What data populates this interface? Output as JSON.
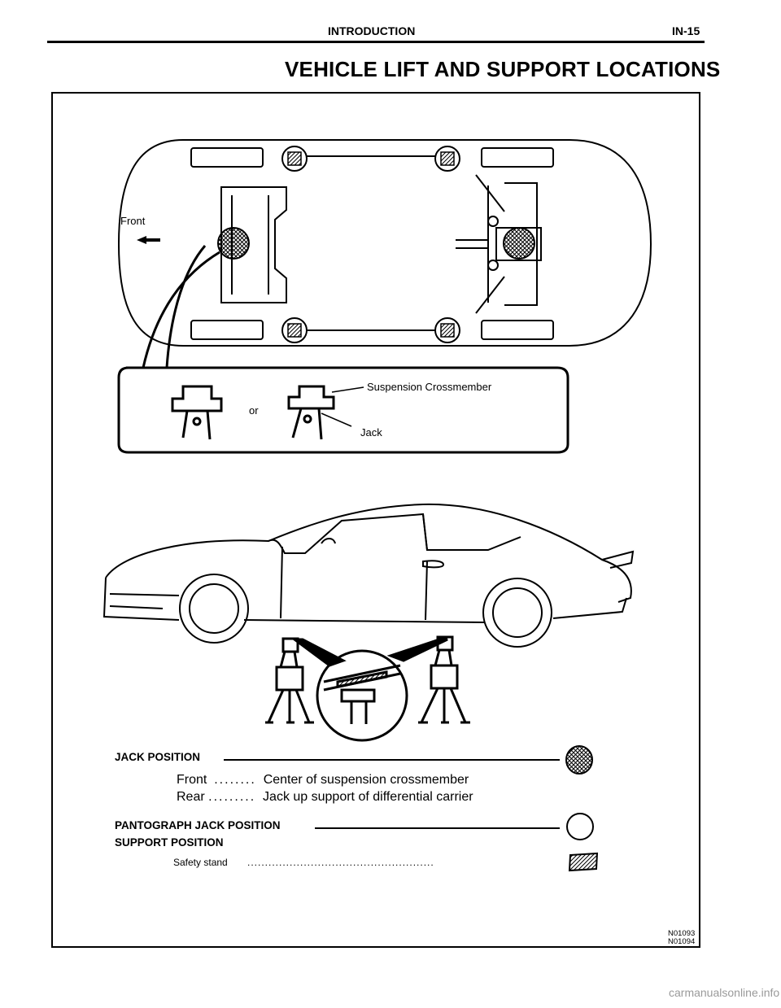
{
  "header": {
    "section": "INTRODUCTION",
    "page": "IN-15"
  },
  "title": "VEHICLE LIFT AND SUPPORT LOCATIONS",
  "diagram": {
    "front_label": "Front",
    "or_label": "or",
    "suspension_label": "Suspension Crossmember",
    "jack_label": "Jack"
  },
  "legend": {
    "jack_position": {
      "heading": "JACK POSITION",
      "rows": [
        {
          "name": "Front",
          "dots": "........",
          "desc": "Center of suspension crossmember"
        },
        {
          "name": "Rear",
          "dots": ".........",
          "desc": "Jack up support of differential carrier"
        }
      ]
    },
    "pantograph_heading": "PANTOGRAPH JACK POSITION",
    "support_heading": "SUPPORT POSITION",
    "safety_stand": "Safety stand",
    "safety_dots": "....................................................."
  },
  "figure_codes": [
    "N01093",
    "N01094"
  ],
  "footer": "carmanualsonline.info"
}
